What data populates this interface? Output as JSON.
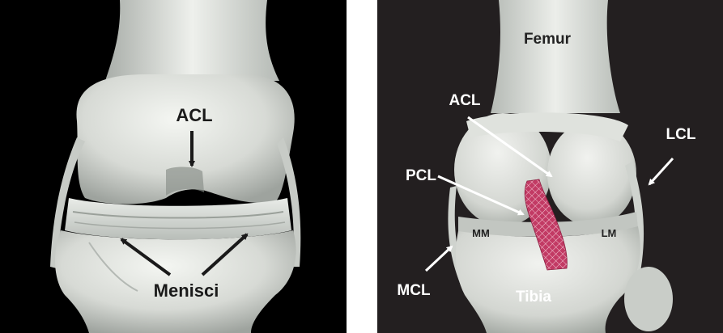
{
  "left_panel": {
    "labels": {
      "acl": "ACL",
      "menisci": "Menisci"
    }
  },
  "right_panel": {
    "labels": {
      "femur": "Femur",
      "acl": "ACL",
      "pcl": "PCL",
      "lcl": "LCL",
      "mm": "MM",
      "lm": "LM",
      "mcl": "MCL",
      "tibia": "Tibia"
    }
  },
  "colors": {
    "left_background": "#000000",
    "right_background": "#231f20",
    "bone": "#e6e8e3",
    "bone_shadow": "#aeb3ae",
    "highlight_crosshatch": "#c23a64",
    "arrow_left": "#1a1a1a",
    "arrow_right": "#ffffff"
  }
}
